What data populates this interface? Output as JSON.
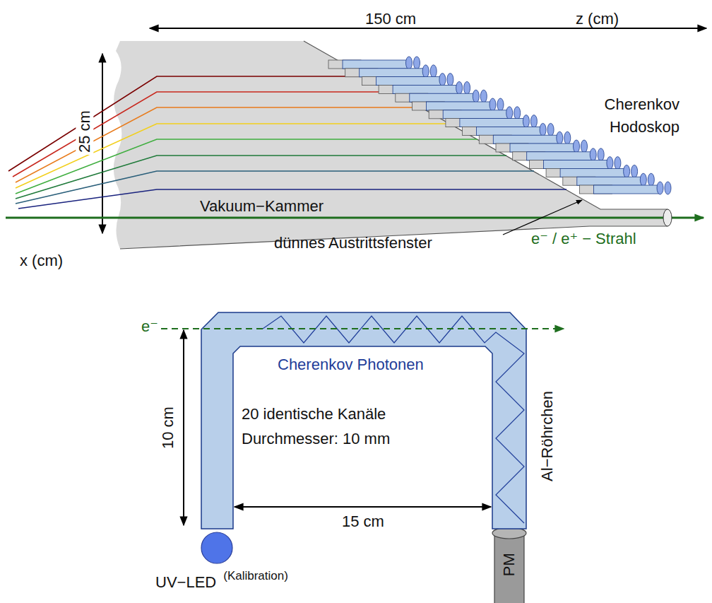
{
  "diagram": {
    "nodes": [
      {
        "text": [
          "Vakuum−Kammer"
        ]
      },
      {
        "text": [
          "UV−LED",
          "(Kalibration)"
        ]
      },
      {
        "text": [
          "PM"
        ]
      }
    ],
    "labels": [
      "150 cm",
      "z (cm)",
      "25 cm",
      "x (cm)",
      "Cherenkov Hodoskop",
      "dünnes Austrittsfenster",
      "e⁻ / e⁺ − Strahl",
      "e⁻",
      "Cherenkov Photonen",
      "20 identische Kanäle",
      "Durchmesser: 10 mm",
      "10 cm",
      "15 cm",
      "Al−Röhrchen"
    ]
  }
}
